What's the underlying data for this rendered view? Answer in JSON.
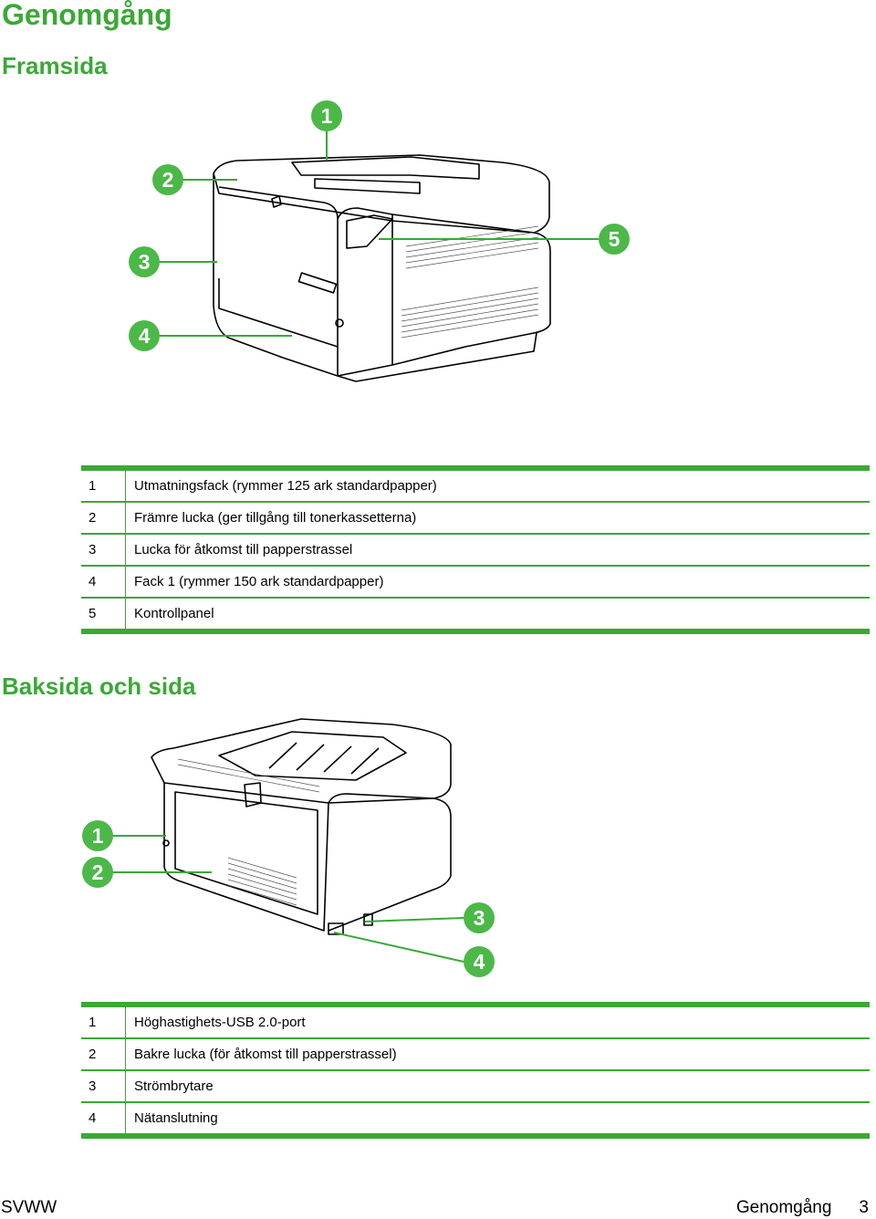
{
  "title": "Genomgång",
  "front": {
    "heading": "Framsida",
    "callouts": [
      "1",
      "2",
      "3",
      "4",
      "5"
    ],
    "items": [
      {
        "num": "1",
        "desc": "Utmatningsfack (rymmer 125 ark standardpapper)"
      },
      {
        "num": "2",
        "desc": "Främre lucka (ger tillgång till tonerkassetterna)"
      },
      {
        "num": "3",
        "desc": "Lucka för åtkomst till papperstrassel"
      },
      {
        "num": "4",
        "desc": "Fack 1 (rymmer 150 ark standardpapper)"
      },
      {
        "num": "5",
        "desc": "Kontrollpanel"
      }
    ]
  },
  "back": {
    "heading": "Baksida och sida",
    "callouts": [
      "1",
      "2",
      "3",
      "4"
    ],
    "items": [
      {
        "num": "1",
        "desc": "Höghastighets-USB 2.0-port"
      },
      {
        "num": "2",
        "desc": "Bakre lucka (för åtkomst till papperstrassel)"
      },
      {
        "num": "3",
        "desc": "Strömbrytare"
      },
      {
        "num": "4",
        "desc": "Nätanslutning"
      }
    ]
  },
  "footer": {
    "left": "SVWW",
    "right_label": "Genomgång",
    "page": "3"
  },
  "colors": {
    "accent": "#3aa935",
    "callout_fill": "#4cb848",
    "line": "#000000"
  }
}
